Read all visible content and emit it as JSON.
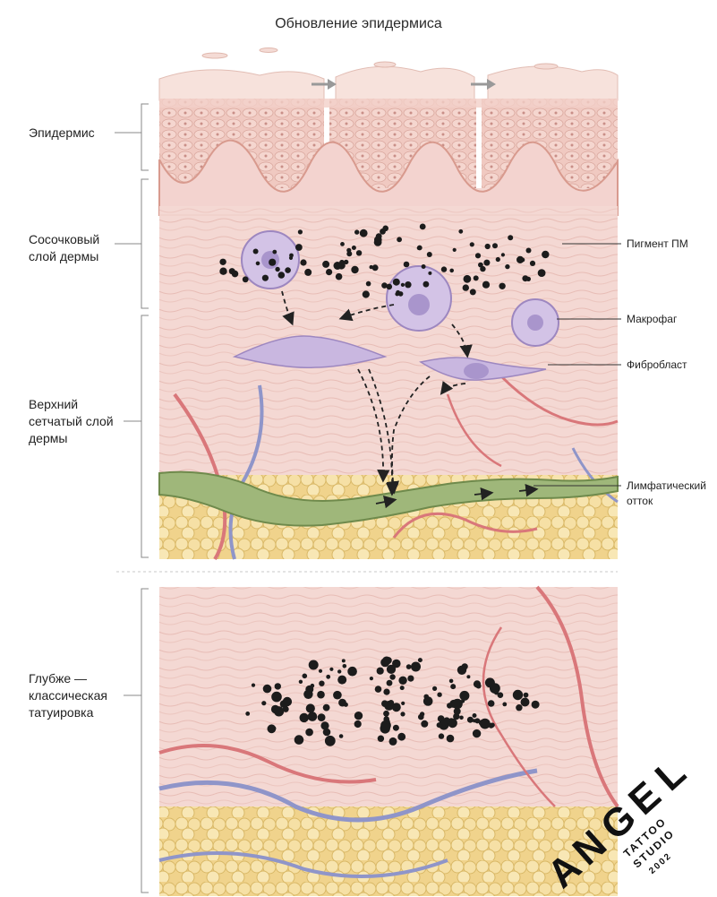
{
  "title": "Обновление эпидермиса",
  "left_labels": {
    "epidermis": "Эпидермис",
    "papillary": [
      "Сосочковый",
      "слой дермы"
    ],
    "reticular": [
      "Верхний",
      "сетчатый слой",
      "дермы"
    ],
    "deeper": [
      "Глубже —",
      "классическая",
      "татуировка"
    ]
  },
  "right_labels": {
    "pigment": "Пигмент ПМ",
    "macrophage": "Макрофаг",
    "fibroblast": "Фибробласт",
    "lymph": [
      "Лимфатический",
      "отток"
    ]
  },
  "logo": {
    "letters": [
      "A",
      "N",
      "G",
      "E",
      "L"
    ],
    "line1": "TATTOO",
    "line2": "STUDIO",
    "year": "2002"
  },
  "colors": {
    "dermis": "#f3d3cf",
    "epidermis": "#f0c8c0",
    "fat": "#f3dc9a",
    "lymph": "#9fb77a",
    "vessel_red": "#d9777a",
    "vessel_blue": "#8f95c9",
    "cell": "#c9b7e0",
    "pigment": "#1c1c1c"
  }
}
